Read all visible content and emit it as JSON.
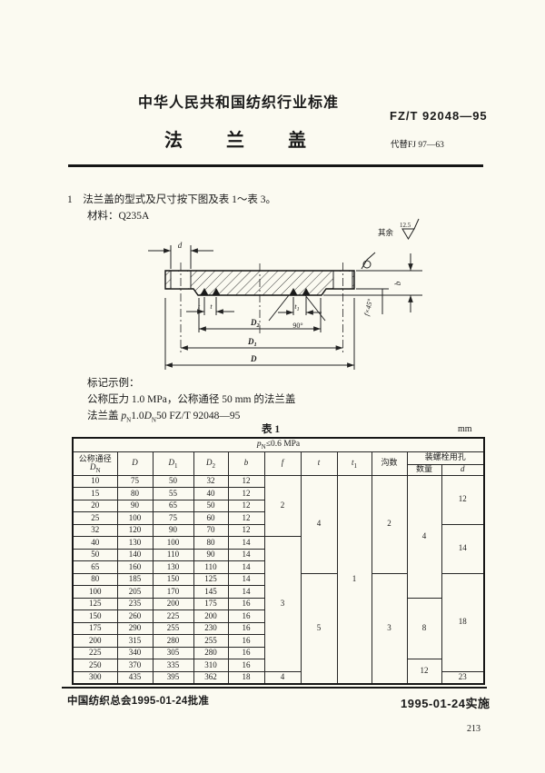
{
  "page": {
    "header": {
      "title": "中华人民共和国纺织行业标准",
      "standard_no": "FZ/T 92048—95",
      "doc_title": "法兰盖",
      "supersedes": "代替FJ 97—63"
    },
    "intro": {
      "section1": "1　法兰盖的型式及尺寸按下图及表 1～表 3。",
      "material": "材料：Q235A"
    },
    "example": {
      "label": "标记示例：",
      "desc": "公称压力 1.0 MPa，公称通径 50 mm 的法兰盖",
      "designation": {
        "name": "法兰盖 ",
        "p": "p",
        "p_sub": "N",
        "p_val": "1.0",
        "D": "D",
        "D_sub": "N",
        "D_val": "50",
        "std": " FZ/T 92048—95"
      }
    },
    "footer": {
      "approved": "中国纺织总会1995-01-24批准",
      "effective": "1995-01-24实施",
      "page_number": "213"
    }
  },
  "drawing": {
    "surface_note": "其余",
    "surface_value": "12.5",
    "labels": {
      "d": "d",
      "b": "b",
      "chamfer": "f×45°",
      "angle": "90°",
      "t": "t",
      "t1_main": "t",
      "t1_sub": "1",
      "D2_main": "D",
      "D2_sub": "2",
      "D1_main": "D",
      "D1_sub": "1",
      "D_main": "D"
    }
  },
  "table": {
    "caption": "表 1",
    "unit": "mm",
    "pressure": {
      "p": "p",
      "p_sub": "N",
      "cond": "≤0.6 MPa"
    },
    "headers": {
      "dn_label": "公称通径",
      "dn_sym": "D",
      "dn_sub": "N",
      "D": "D",
      "D1": "D",
      "D1_sub": "1",
      "D2": "D",
      "D2_sub": "2",
      "b": "b",
      "f": "f",
      "t": "t",
      "t1": "t",
      "t1_sub": "1",
      "grooves": "沟数",
      "bolt_group": "装螺栓用孔",
      "qty": "数量",
      "d": "d"
    },
    "rows": [
      [
        "10",
        "75",
        "50",
        "32",
        "12"
      ],
      [
        "15",
        "80",
        "55",
        "40",
        "12"
      ],
      [
        "20",
        "90",
        "65",
        "50",
        "12"
      ],
      [
        "25",
        "100",
        "75",
        "60",
        "12"
      ],
      [
        "32",
        "120",
        "90",
        "70",
        "12"
      ],
      [
        "40",
        "130",
        "100",
        "80",
        "14"
      ],
      [
        "50",
        "140",
        "110",
        "90",
        "14"
      ],
      [
        "65",
        "160",
        "130",
        "110",
        "14"
      ],
      [
        "80",
        "185",
        "150",
        "125",
        "14"
      ],
      [
        "100",
        "205",
        "170",
        "145",
        "14"
      ],
      [
        "125",
        "235",
        "200",
        "175",
        "16"
      ],
      [
        "150",
        "260",
        "225",
        "200",
        "16"
      ],
      [
        "175",
        "290",
        "255",
        "230",
        "16"
      ],
      [
        "200",
        "315",
        "280",
        "255",
        "16"
      ],
      [
        "225",
        "340",
        "305",
        "280",
        "16"
      ],
      [
        "250",
        "370",
        "335",
        "310",
        "16"
      ],
      [
        "300",
        "435",
        "395",
        "362",
        "18"
      ]
    ],
    "merges": [
      {
        "name": "f",
        "spans": [
          [
            "2",
            5
          ],
          [
            "3",
            11
          ],
          [
            "4",
            1
          ]
        ]
      },
      {
        "name": "t",
        "spans": [
          [
            "4",
            8
          ],
          [
            "5",
            9
          ]
        ]
      },
      {
        "name": "t1",
        "spans": [
          [
            "1",
            17
          ]
        ]
      },
      {
        "name": "grooves",
        "spans": [
          [
            "2",
            8
          ],
          [
            "3",
            9
          ]
        ]
      },
      {
        "name": "qty",
        "spans": [
          [
            "4",
            10
          ],
          [
            "8",
            5
          ],
          [
            "12",
            2
          ]
        ]
      },
      {
        "name": "d",
        "spans": [
          [
            "12",
            4
          ],
          [
            "14",
            4
          ],
          [
            "18",
            8
          ],
          [
            "23",
            1
          ]
        ]
      }
    ]
  }
}
